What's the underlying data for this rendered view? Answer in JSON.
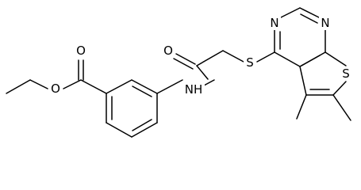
{
  "molecule": {
    "atoms": {
      "O_ester": "O",
      "O_carbonyl_ester": "O",
      "NH_amide": "NH",
      "O_amide": "O",
      "S_thioether": "S",
      "N_pyrimidine_top": "N",
      "N_pyrimidine_right": "N",
      "S_thiophene": "S"
    }
  }
}
